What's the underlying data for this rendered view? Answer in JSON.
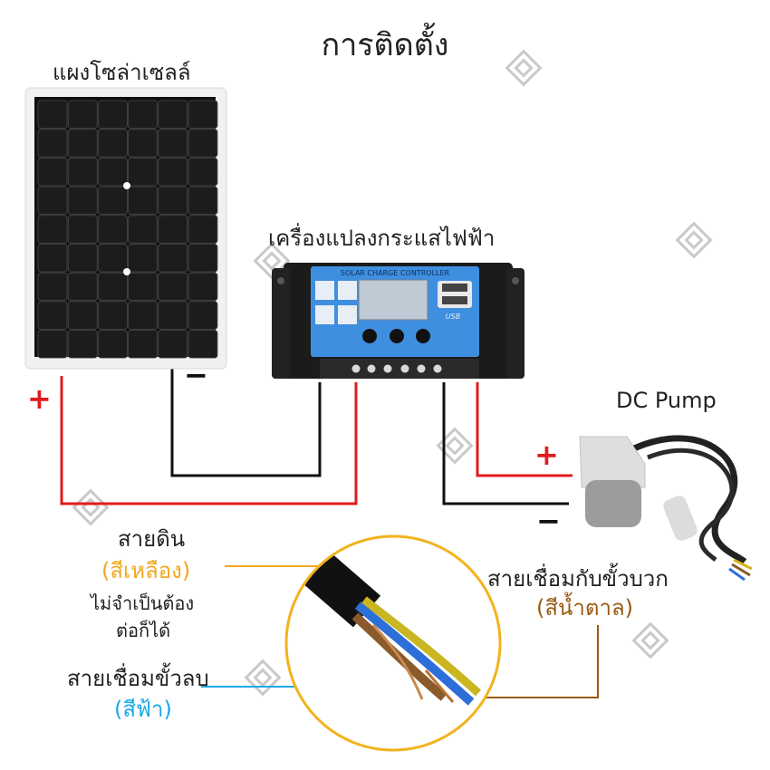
{
  "title": "การติดตั้ง",
  "solar_panel": {
    "label": "แผงโซล่าเซลล์"
  },
  "controller": {
    "label": "เครื่องแปลงกระแสไฟฟ้า",
    "device_text": "SOLAR CHARGE CONTROLLER",
    "usb_text": "USB"
  },
  "pump": {
    "label": "DC Pump"
  },
  "signs": {
    "plus": "+",
    "minus": "−"
  },
  "wires": {
    "ground": {
      "name": "สายดิน",
      "color_label": "(สีเหลือง)",
      "note_line1": "ไม่จำเป็นต้อง",
      "note_line2": "ต่อก็ได้"
    },
    "positive": {
      "name": "สายเชื่อมกับขั้วบวก",
      "color_label": "(สีน้ำตาล)"
    },
    "negative": {
      "name": "สายเชื่อมขั้วลบ",
      "color_label": "(สีฟ้า)"
    }
  },
  "colors": {
    "wire_red": "#e11b1b",
    "wire_black": "#111111",
    "yellow": "#f2a81d",
    "brown": "#9a5a12",
    "blue": "#19a9e6",
    "controller_blue": "#3f8fe0"
  }
}
